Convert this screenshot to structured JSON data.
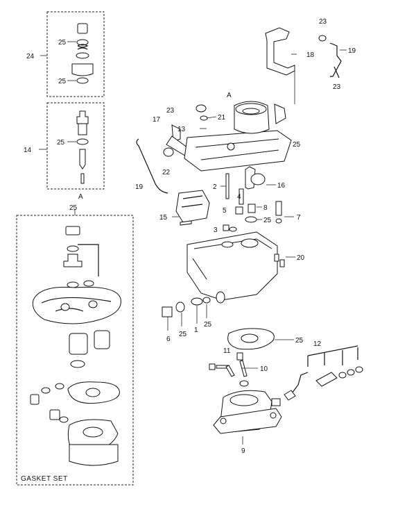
{
  "labels": {
    "l24": "24",
    "l25a": "25",
    "l25b": "25",
    "l14": "14",
    "l25c": "25",
    "lA1": "A",
    "l25gs": "25",
    "gasket_set": "GASKET SET",
    "l23a": "23",
    "l19a": "19",
    "l23b": "23",
    "l18": "18",
    "lA2": "A",
    "l23c": "23",
    "l21": "21",
    "l13": "13",
    "l17": "17",
    "l25d": "25",
    "l22": "22",
    "l19b": "19",
    "l2": "2",
    "l16": "16",
    "l4": "4",
    "l5": "5",
    "l8": "8",
    "l15": "15",
    "l25e": "25",
    "l7": "7",
    "l3": "3",
    "l20": "20",
    "l6": "6",
    "l25f": "25",
    "l1": "1",
    "l25g": "25",
    "l25h": "25",
    "l11": "11",
    "l12": "12",
    "l10": "10",
    "l9": "9"
  }
}
